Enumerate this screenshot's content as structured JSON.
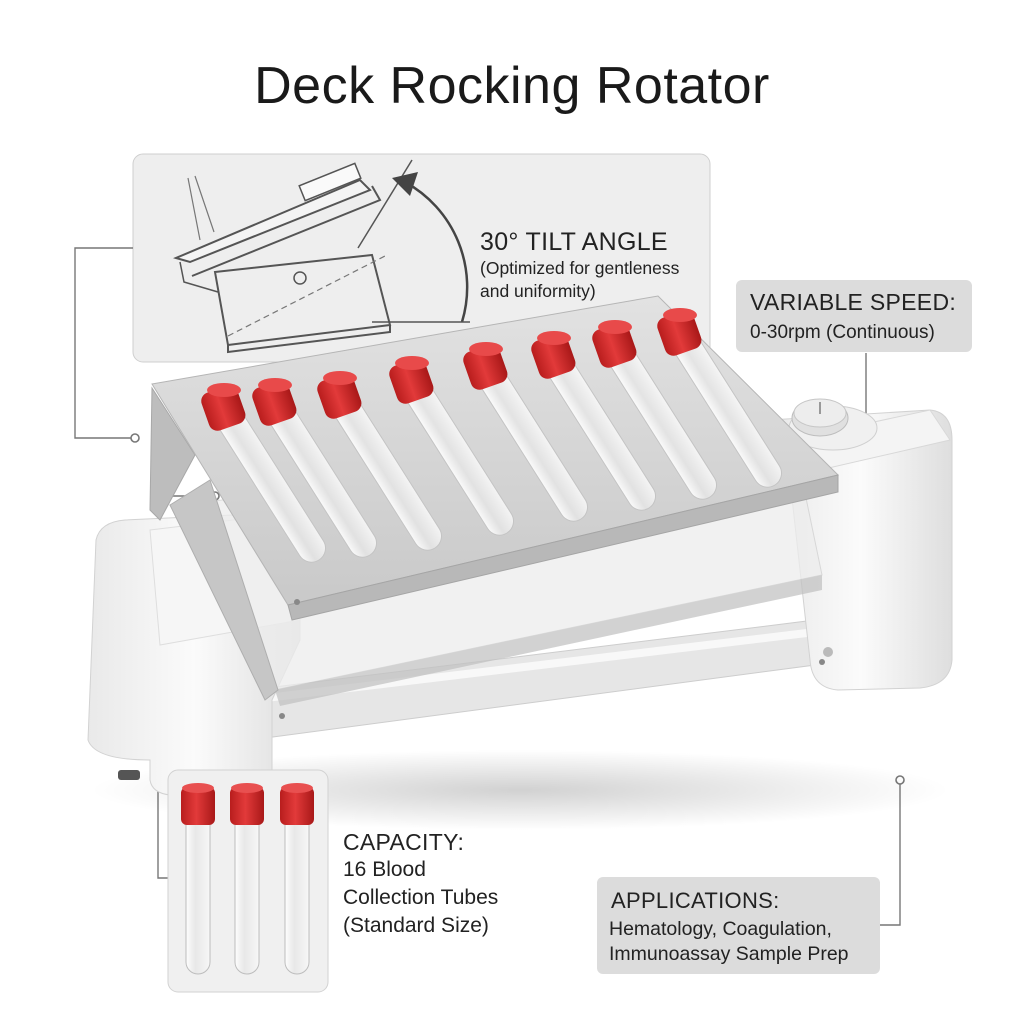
{
  "title": "Deck Rocking Rotator",
  "tilt": {
    "heading": "30° TILT ANGLE",
    "line1": "(Optimized for gentleness",
    "line2": "and uniformity)"
  },
  "speed": {
    "heading": "VARIABLE SPEED:",
    "value": "0-30rpm (Continuous)"
  },
  "capacity": {
    "heading": "CAPACITY:",
    "line1": "16 Blood",
    "line2": "Collection Tubes",
    "line3": "(Standard Size)"
  },
  "applications": {
    "heading": "APPLICATIONS:",
    "line1": "Hematology, Coagulation,",
    "line2": "Immunoassay Sample Prep"
  },
  "colors": {
    "cap_red": "#d92b2b",
    "panel_gray": "#dcdcdc",
    "inset_bg": "#eeeeee"
  }
}
